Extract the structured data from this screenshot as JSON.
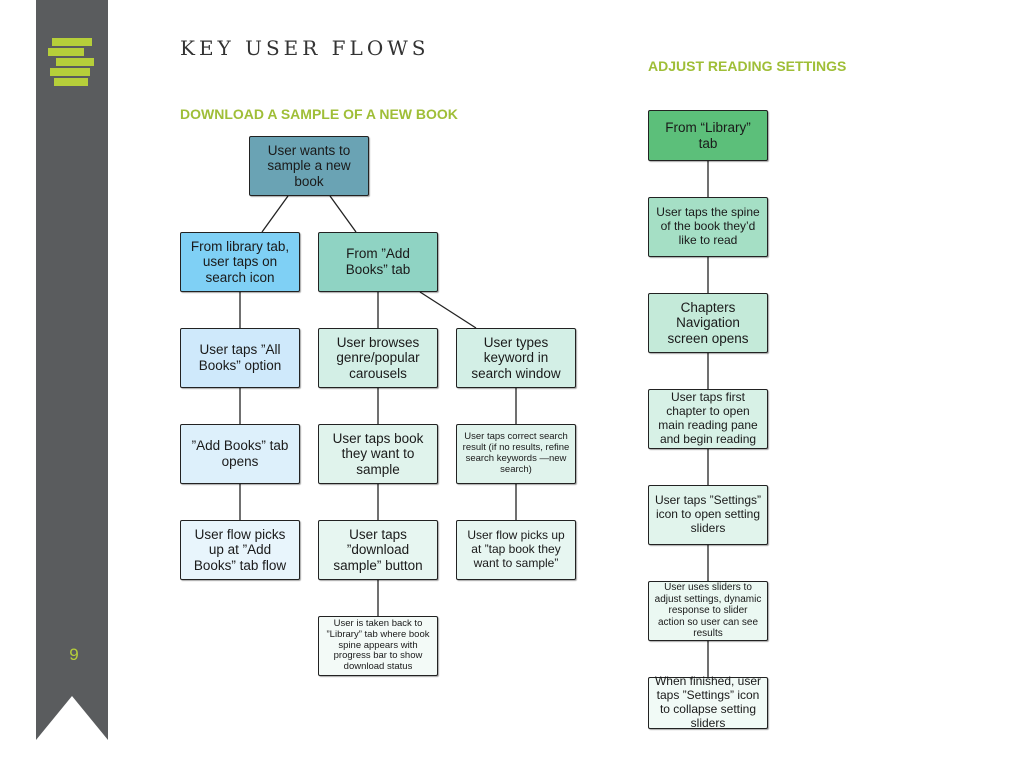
{
  "page": {
    "title": "KEY USER FLOWS",
    "page_number": "9"
  },
  "colors": {
    "ribbon": "#5a5c5e",
    "accent_green": "#9fbe37",
    "logo": "#b6cf3a",
    "node_teal_dark": "#6aa3b4",
    "node_blue": "#7fd0f5",
    "node_blue_light": "#cfe9fb",
    "node_teal": "#8fd3c3",
    "node_mint": "#d3efe6",
    "node_green": "#5cbf7a",
    "node_pale": "#e7f6f1"
  },
  "flow_download": {
    "heading": "DOWNLOAD A SAMPLE OF A NEW BOOK",
    "nodes": {
      "start": "User wants to sample a new book",
      "library_tab": "From library tab, user taps on search icon",
      "add_books_tab": "From ”Add Books” tab",
      "all_books": "User taps ”All Books” option",
      "add_books_opens": "”Add Books” tab opens",
      "picks_up_add_books": "User flow picks up at ”Add Books” tab flow",
      "browses": "User browses genre/popular carousels",
      "taps_book": "User taps book they want to sample",
      "taps_download": "User taps ”download sample” button",
      "taken_back": "User is taken back to ”Library” tab where book spine appears with progress bar to show download status",
      "types_keyword": "User types keyword in search window",
      "taps_result": "User taps correct search result (if no results, refine search keywords —new search)",
      "picks_up_tap_book": "User flow picks up at ”tap book they want to sample”"
    }
  },
  "flow_settings": {
    "heading": "ADJUST READING SETTINGS",
    "nodes": [
      "From “Library” tab",
      "User taps the spine of the book they’d like to read",
      "Chapters Navigation screen opens",
      "User taps first chapter to open main reading pane and begin reading",
      "User taps ”Settings” icon to open setting sliders",
      "User uses sliders to adjust settings, dynamic response to slider action so user can see results",
      "When finished, user taps ”Settings” icon to collapse setting sliders"
    ]
  }
}
